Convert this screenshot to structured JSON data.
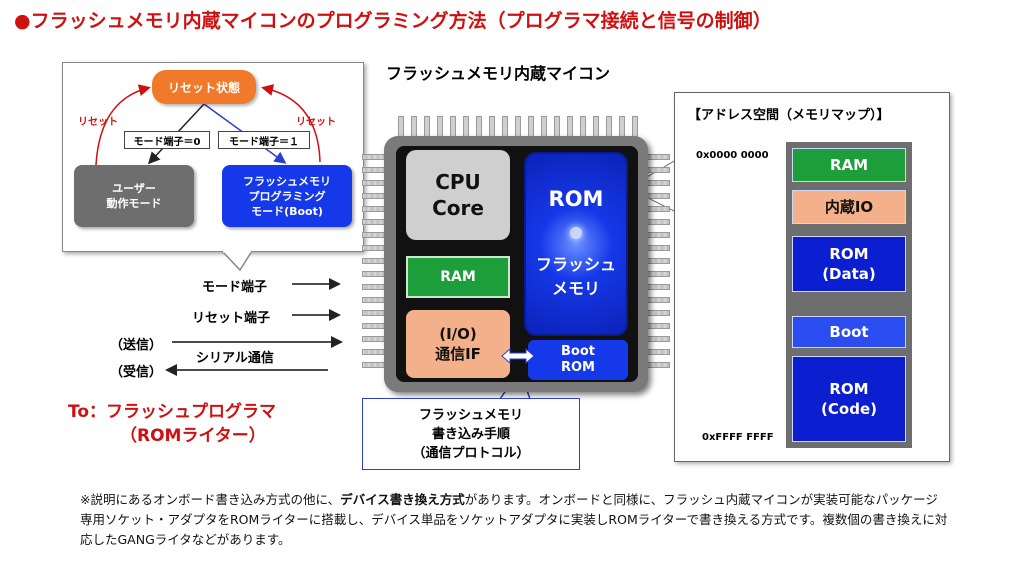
{
  "page": {
    "title": "●フラッシュメモリ内蔵マイコンのプログラミング方法（プログラマ接続と信号の制御）"
  },
  "mode_diagram": {
    "reset_state": "リセット状態",
    "reset_left": "リセット",
    "reset_right": "リセット",
    "mode_pin_0": "モード端子＝0",
    "mode_pin_1": "モード端子＝１",
    "user_mode": [
      "ユーザー",
      "動作モード"
    ],
    "boot_mode": [
      "フラッシュメモリ",
      "プログラミング",
      "モード(Boot)"
    ]
  },
  "chip": {
    "title": "フラッシュメモリ内蔵マイコン",
    "cpu": [
      "CPU",
      "Core"
    ],
    "ram": "RAM",
    "io": [
      "(I/O)",
      "通信IF"
    ],
    "rom_title": "ROM",
    "rom_sub": [
      "フラッシュ",
      "メモリ"
    ],
    "boot_rom": [
      "Boot",
      "ROM"
    ]
  },
  "signals": {
    "mode_pin": "モード端子",
    "reset_pin": "リセット端子",
    "serial": "シリアル通信",
    "send": "（送信）",
    "receive": "（受信）"
  },
  "protocol": [
    "フラッシュメモリ",
    "書き込み手順",
    "（通信プロトコル）"
  ],
  "programmer": [
    "To：フラッシュプログラマ",
    "（ROMライター）"
  ],
  "memory_map": {
    "title": "【アドレス空間（メモリマップ）】",
    "addr_start": "0x0000 0000",
    "addr_end": "0xFFFF FFFF",
    "segments": [
      {
        "label": "RAM",
        "color": "#1e9e3a",
        "text_color": "#ffffff"
      },
      {
        "label": "内蔵IO",
        "color": "#f4b08a",
        "text_color": "#111111"
      },
      {
        "label": "ROM\n(Data)",
        "color": "#0c1fd0",
        "text_color": "#ffffff"
      },
      {
        "label": "Boot",
        "color": "#2a4cf0",
        "text_color": "#ffffff"
      },
      {
        "label": "ROM\n(Code)",
        "color": "#0c1fd0",
        "text_color": "#ffffff"
      }
    ]
  },
  "note": {
    "before": "※説明にあるオンボード書き込み方式の他に、",
    "bold": "デバイス書き換え方式",
    "after": "があります。オンボードと同様に、フラッシュ内蔵マイコンが実装可能なパッケージ専用ソケット・アダプタをROMライターに搭載し、デバイス単品をソケットアダプタに実装しROMライターで書き換える方式です。複数個の書き換えに対応したGANGライタなどがあります。"
  },
  "colors": {
    "title_red": "#d01010",
    "orange": "#f07a2a",
    "blue": "#1538e8",
    "gray_box": "#707070"
  }
}
